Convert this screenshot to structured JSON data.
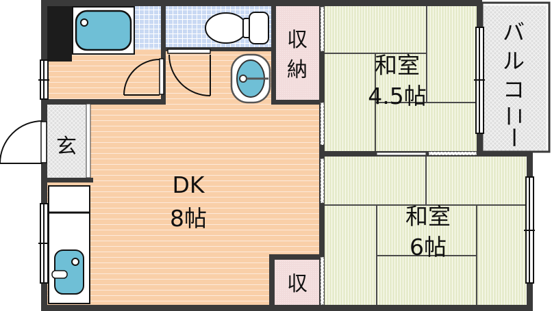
{
  "floor_plan": {
    "layout_type": "2DK",
    "rooms": {
      "dk": {
        "name": "DK",
        "size": "8帖"
      },
      "washitsu_small": {
        "name": "和室",
        "size": "4.5帖"
      },
      "washitsu_large": {
        "name": "和室",
        "size": "6帖"
      },
      "storage_top": {
        "line1": "収",
        "line2": "納"
      },
      "storage_bottom": {
        "label": "収"
      },
      "genkan": {
        "label": "玄"
      },
      "balcony": {
        "chars": [
          "バ",
          "ル",
          "コ",
          "ニ",
          "ー"
        ]
      }
    },
    "fixtures": {
      "bathtub": "bathtub-icon",
      "toilet": "toilet-icon",
      "wash_basin": "washbasin-icon",
      "kitchen_sink": "kitchen-sink-icon"
    },
    "colors": {
      "wall": "#3a3a3a",
      "dk_floor": "#f9cfa8",
      "dk_lines": "#fde6d0",
      "tatami": "#e8ecd2",
      "tatami_lines": "#ffffff",
      "tile": "#c9d9f3",
      "storage": "#f3dede",
      "balcony_genkan": "#dcdcdc",
      "fixture_blue": "#6fbfd6"
    }
  }
}
